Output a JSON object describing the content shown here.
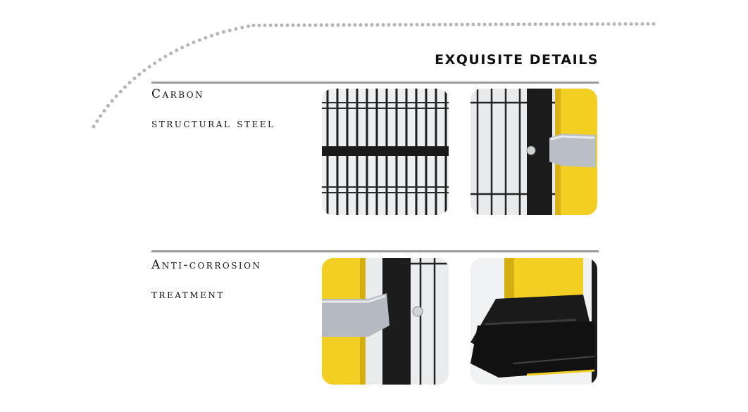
{
  "header": {
    "title": "EXQUISITE DETAILS"
  },
  "sections": [
    {
      "line1": "Carbon",
      "line2": "structural steel"
    },
    {
      "line1": "Anti-corrosion",
      "line2": "treatment"
    }
  ],
  "colors": {
    "accent_yellow": "#f3cf24",
    "mesh": "#1a1a1a",
    "rule": "#9a9a9a",
    "dots": "#b5b5b5"
  },
  "images": [
    {
      "subject": "black-wire-mesh-photo"
    },
    {
      "subject": "mesh-clamped-to-yellow-post-photo"
    },
    {
      "subject": "yellow-post-with-metal-bracket-photo"
    },
    {
      "subject": "yellow-post-on-black-base-photo"
    }
  ]
}
